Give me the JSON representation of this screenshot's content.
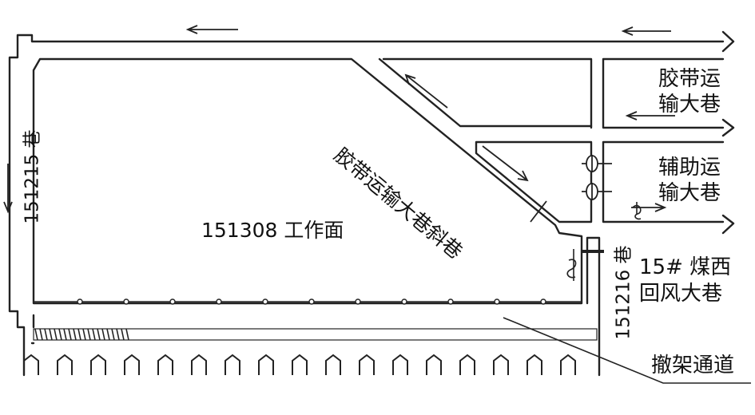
{
  "labels": {
    "roadway_left": "151215 巷",
    "working_face": "151308 工作面",
    "incline": "胶带运输大巷斜巷",
    "belt_main_line1": "胶带运",
    "belt_main_line2": "输大巷",
    "aux_main_line1": "辅助运",
    "aux_main_line2": "输大巷",
    "roadway_right": "151216 巷",
    "west_return_line1": "15# 煤西",
    "west_return_line2": "回风大巷",
    "retreat_channel": "撤架通道"
  }
}
